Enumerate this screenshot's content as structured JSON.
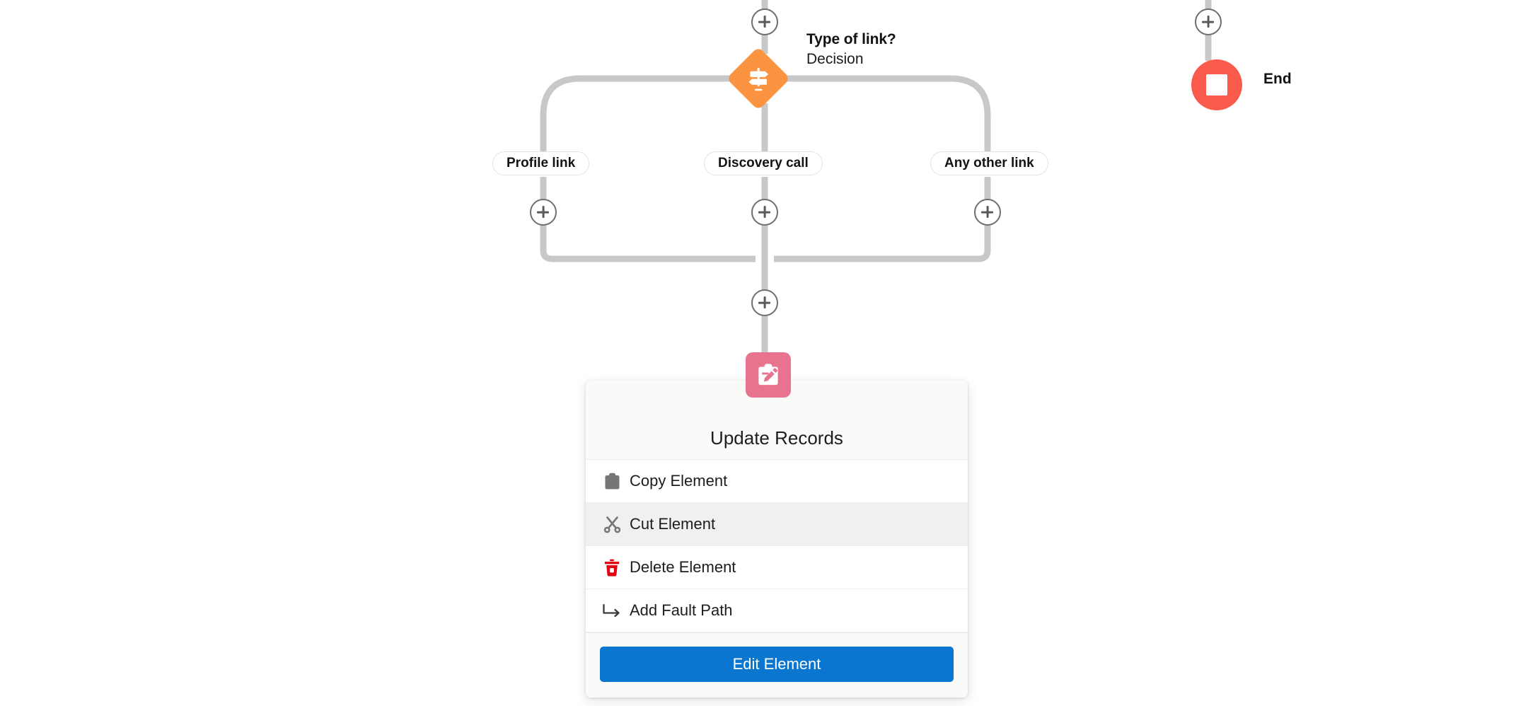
{
  "canvas": {
    "background": "#ffffff",
    "connector_color": "#c8c8c8"
  },
  "flow": {
    "decision_node": {
      "title": "Type of link?",
      "subtitle": "Decision",
      "icon": "signpost-icon",
      "color": "#FA9441"
    },
    "branches": [
      {
        "label": "Profile link"
      },
      {
        "label": "Discovery call"
      },
      {
        "label": "Any other link"
      }
    ],
    "end_node": {
      "label": "End",
      "icon": "stop-square-icon",
      "color": "#FA5A4B"
    },
    "update_node": {
      "icon": "clipboard-pencil-icon",
      "color": "#E8738F"
    },
    "add_buttons": [
      {
        "name": "add-above-decision"
      },
      {
        "name": "add-branch-profile-link"
      },
      {
        "name": "add-branch-discovery-call"
      },
      {
        "name": "add-branch-any-other-link"
      },
      {
        "name": "add-after-merge"
      },
      {
        "name": "add-before-end"
      }
    ]
  },
  "context_menu": {
    "title": "Update Records",
    "items": [
      {
        "label": "Copy Element",
        "icon": "clipboard-icon",
        "icon_color": "#767676",
        "hovered": false
      },
      {
        "label": "Cut Element",
        "icon": "scissors-icon",
        "icon_color": "#767676",
        "hovered": true
      },
      {
        "label": "Delete Element",
        "icon": "trash-icon",
        "icon_color": "#E4000F",
        "hovered": false
      },
      {
        "label": "Add Fault Path",
        "icon": "arrow-turn-icon",
        "icon_color": "#3b3b3b",
        "hovered": false
      }
    ],
    "primary_action": {
      "label": "Edit Element",
      "color": "#0B76D0"
    }
  }
}
